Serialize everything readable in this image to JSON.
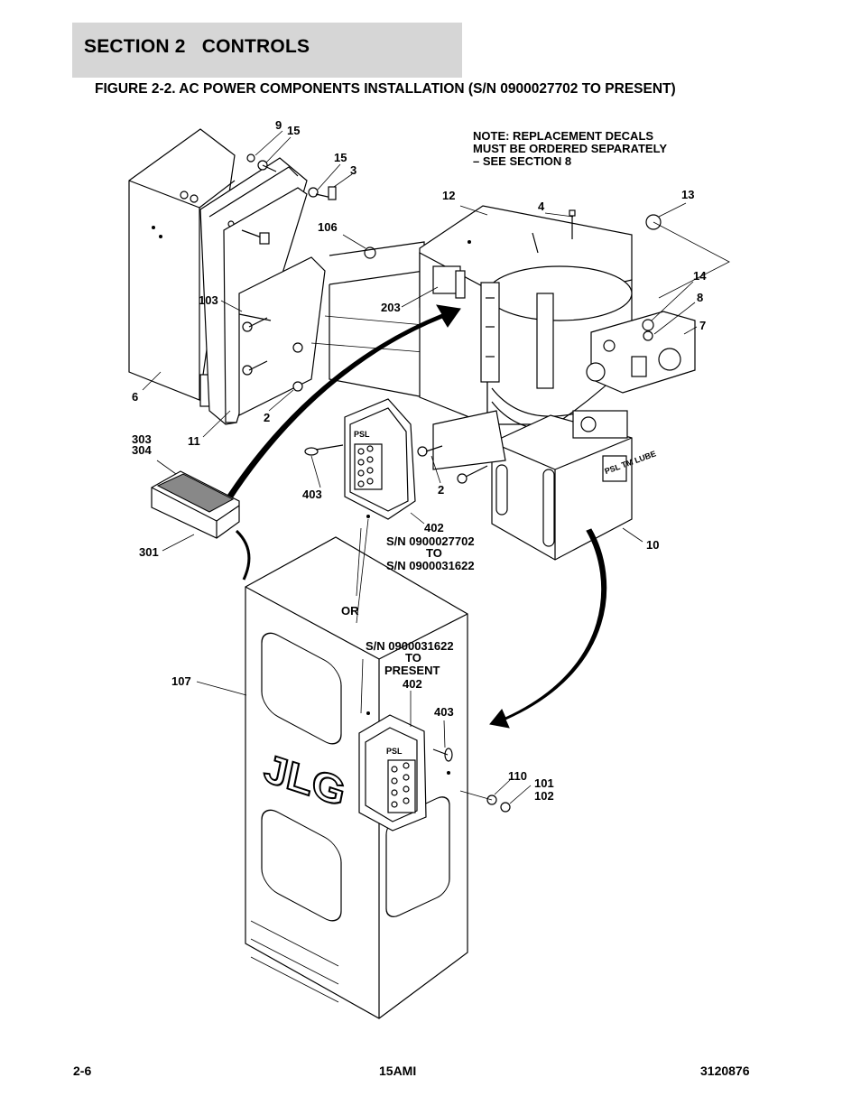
{
  "header": {
    "section_title": "SECTION 2   CONTROLS",
    "figure_title": "FIGURE 2-2. AC POWER COMPONENTS INSTALLATION (S/N 0900027702 TO PRESENT)"
  },
  "note": {
    "line1": "NOTE: REPLACEMENT DECALS",
    "line2": "MUST BE ORDERED SEPARATELY",
    "line3": "– SEE SECTION 8"
  },
  "callouts": {
    "c9": "9",
    "c15a": "15",
    "c15b": "15",
    "c3": "3",
    "c106": "106",
    "c103": "103",
    "c203": "203",
    "c6": "6",
    "c2a": "2",
    "c11": "11",
    "c303": "303",
    "c304": "304",
    "c301": "301",
    "c403a": "403",
    "c2b": "2",
    "c402a": "402",
    "sn_a1": "S/N 0900027702",
    "sn_a2": "TO",
    "sn_a3": "S/N 0900031622",
    "or": "OR",
    "c12": "12",
    "c4": "4",
    "c13": "13",
    "c14": "14",
    "c8": "8",
    "c7": "7",
    "c10": "10",
    "c107": "107",
    "sn_b1": "S/N 0900031622",
    "sn_b2": "TO",
    "sn_b3": "PRESENT",
    "c402b": "402",
    "c403b": "403",
    "c110": "110",
    "c101": "101",
    "c102": "102"
  },
  "graphic_text": {
    "keypad_brand": "PSL",
    "pump_label": "PSL TM LUBE",
    "logo": "JLG"
  },
  "footer": {
    "page": "2-6",
    "model": "15AMI",
    "doc_number": "3120876"
  }
}
